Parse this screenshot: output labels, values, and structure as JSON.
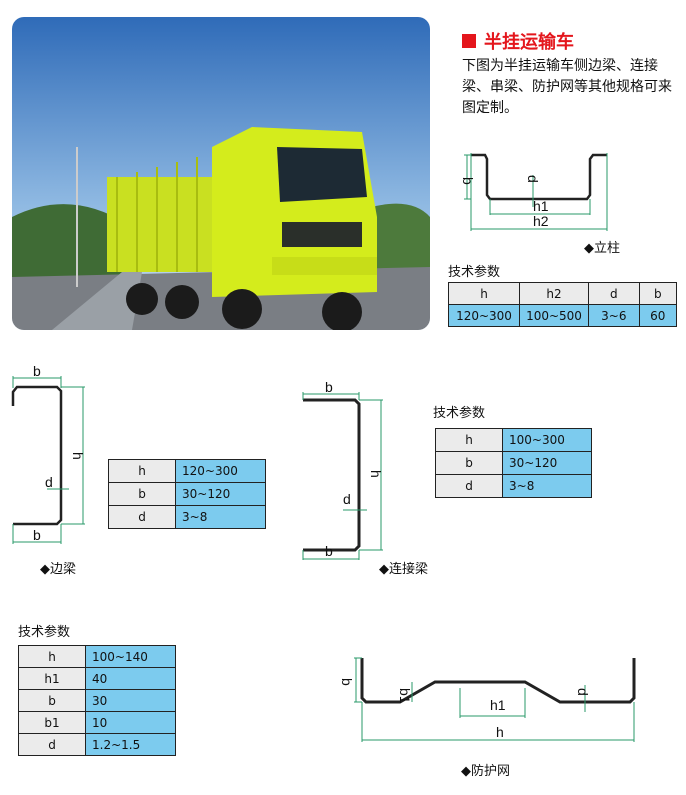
{
  "title": "半挂运输车",
  "description": "下图为半挂运输车侧边梁、连接梁、串梁、防护网等其他规格可来图定制。",
  "diagrams": {
    "post": {
      "caption": "◆立柱",
      "labels": {
        "b": "b",
        "d": "d",
        "h1": "h1",
        "h2": "h2"
      }
    },
    "side_beam": {
      "caption": "◆边梁",
      "labels": {
        "b_top": "b",
        "b_bottom": "b",
        "h": "h",
        "d": "d"
      }
    },
    "connecting_beam": {
      "caption": "◆连接梁",
      "labels": {
        "b_top": "b",
        "b_bottom": "b",
        "h": "h",
        "d": "d"
      }
    },
    "guard_net": {
      "caption": "◆防护网",
      "labels": {
        "b": "b",
        "b1": "b1",
        "h1": "h1",
        "h": "h",
        "d": "d"
      }
    }
  },
  "params_label": "技术参数",
  "post_table": {
    "headers": [
      "h",
      "h2",
      "d",
      "b"
    ],
    "values": [
      "120~300",
      "100~500",
      "3~6",
      "60"
    ]
  },
  "side_beam_table": [
    [
      "h",
      "120~300"
    ],
    [
      "b",
      "30~120"
    ],
    [
      "d",
      "3~8"
    ]
  ],
  "connecting_beam_table": [
    [
      "h",
      "100~300"
    ],
    [
      "b",
      "30~120"
    ],
    [
      "d",
      "3~8"
    ]
  ],
  "guard_net_table": [
    [
      "h",
      "100~140"
    ],
    [
      "h1",
      "40"
    ],
    [
      "b",
      "30"
    ],
    [
      "b1",
      "10"
    ],
    [
      "d",
      "1.2~1.5"
    ]
  ],
  "colors": {
    "title": "#e4161c",
    "value_cell": "#7ccbee",
    "key_cell": "#ebebeb",
    "dimension": "#2a9a6a"
  }
}
